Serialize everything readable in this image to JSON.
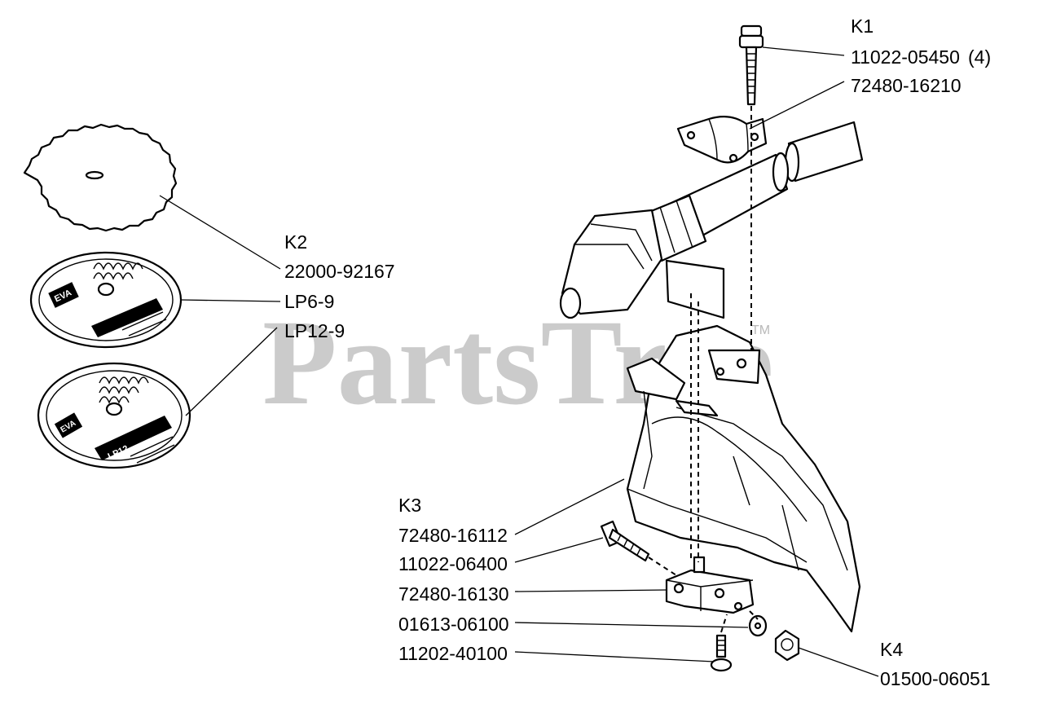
{
  "watermark": {
    "text": "PartsTree",
    "trademark": "TM"
  },
  "callouts": {
    "k1_group": "K1",
    "k1_bolt": "11022-05450",
    "k1_bolt_qty": "(4)",
    "k1_clamp": "72480-16210",
    "k2_group": "K2",
    "k2_blade": "22000-92167",
    "k2_lp6": "LP6-9",
    "k2_lp12": "LP12-9",
    "k3_group": "K3",
    "k3_guard": "72480-16112",
    "k3_bolt": "11022-06400",
    "k3_bracket": "72480-16130",
    "k3_washer": "01613-06100",
    "k3_screw": "11202-40100",
    "k4_group": "K4",
    "k4_nut": "01500-06051"
  },
  "blade_decal": {
    "brand": "EVA",
    "model": "LP12"
  }
}
